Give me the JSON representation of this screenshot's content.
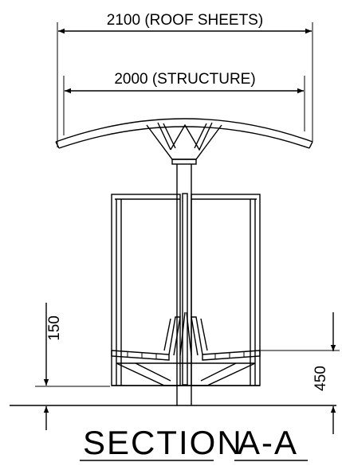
{
  "drawing": {
    "roof_sheets_dim": "2100 (ROOF SHEETS)",
    "structure_dim": "2000 (STRUCTURE)",
    "seat_offset_dim": "150",
    "seat_height_dim": "450",
    "section_title": "SECTION",
    "section_ref": "A-A"
  }
}
